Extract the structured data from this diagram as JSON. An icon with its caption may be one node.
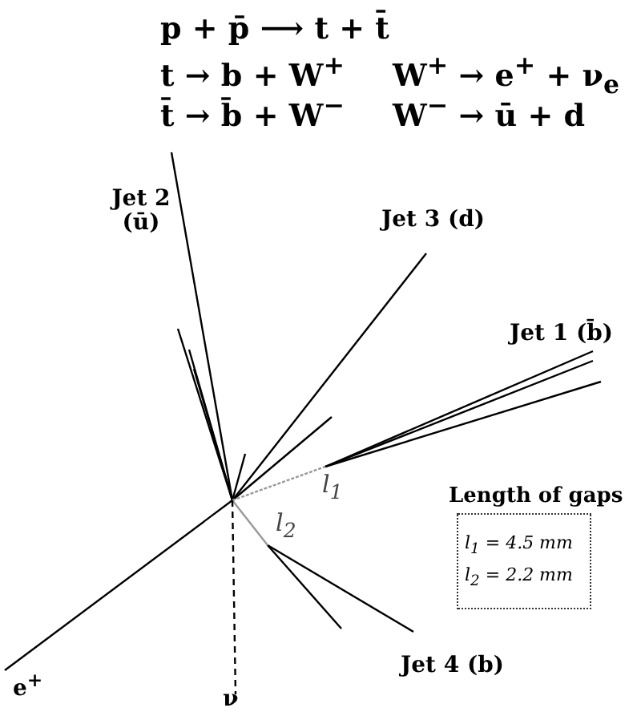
{
  "diagram": {
    "nodes": [
      {
        "text": [
          "Length of gaps",
          "l$_{1}$ = 4.5 mm",
          "l$_{2}$ = 2.2 mm"
        ]
      }
    ],
    "labels": [
      "p + p̄ ⟶ t + t̄",
      "t → b + W$^{+}$",
      "W$^{+}$ → e$^{+}$ + ν$_{e}$",
      "t̄ → b̄ + W$^{−}$",
      "W$^{−}$ → ū + d",
      "Jet 2 (ū)",
      "Jet 3 (d)",
      "Jet 1 (b̄)",
      "l$_{1}$",
      "l$_{2}$",
      "Jet 4 (b)",
      "e$^{+}$",
      "ν"
    ]
  }
}
